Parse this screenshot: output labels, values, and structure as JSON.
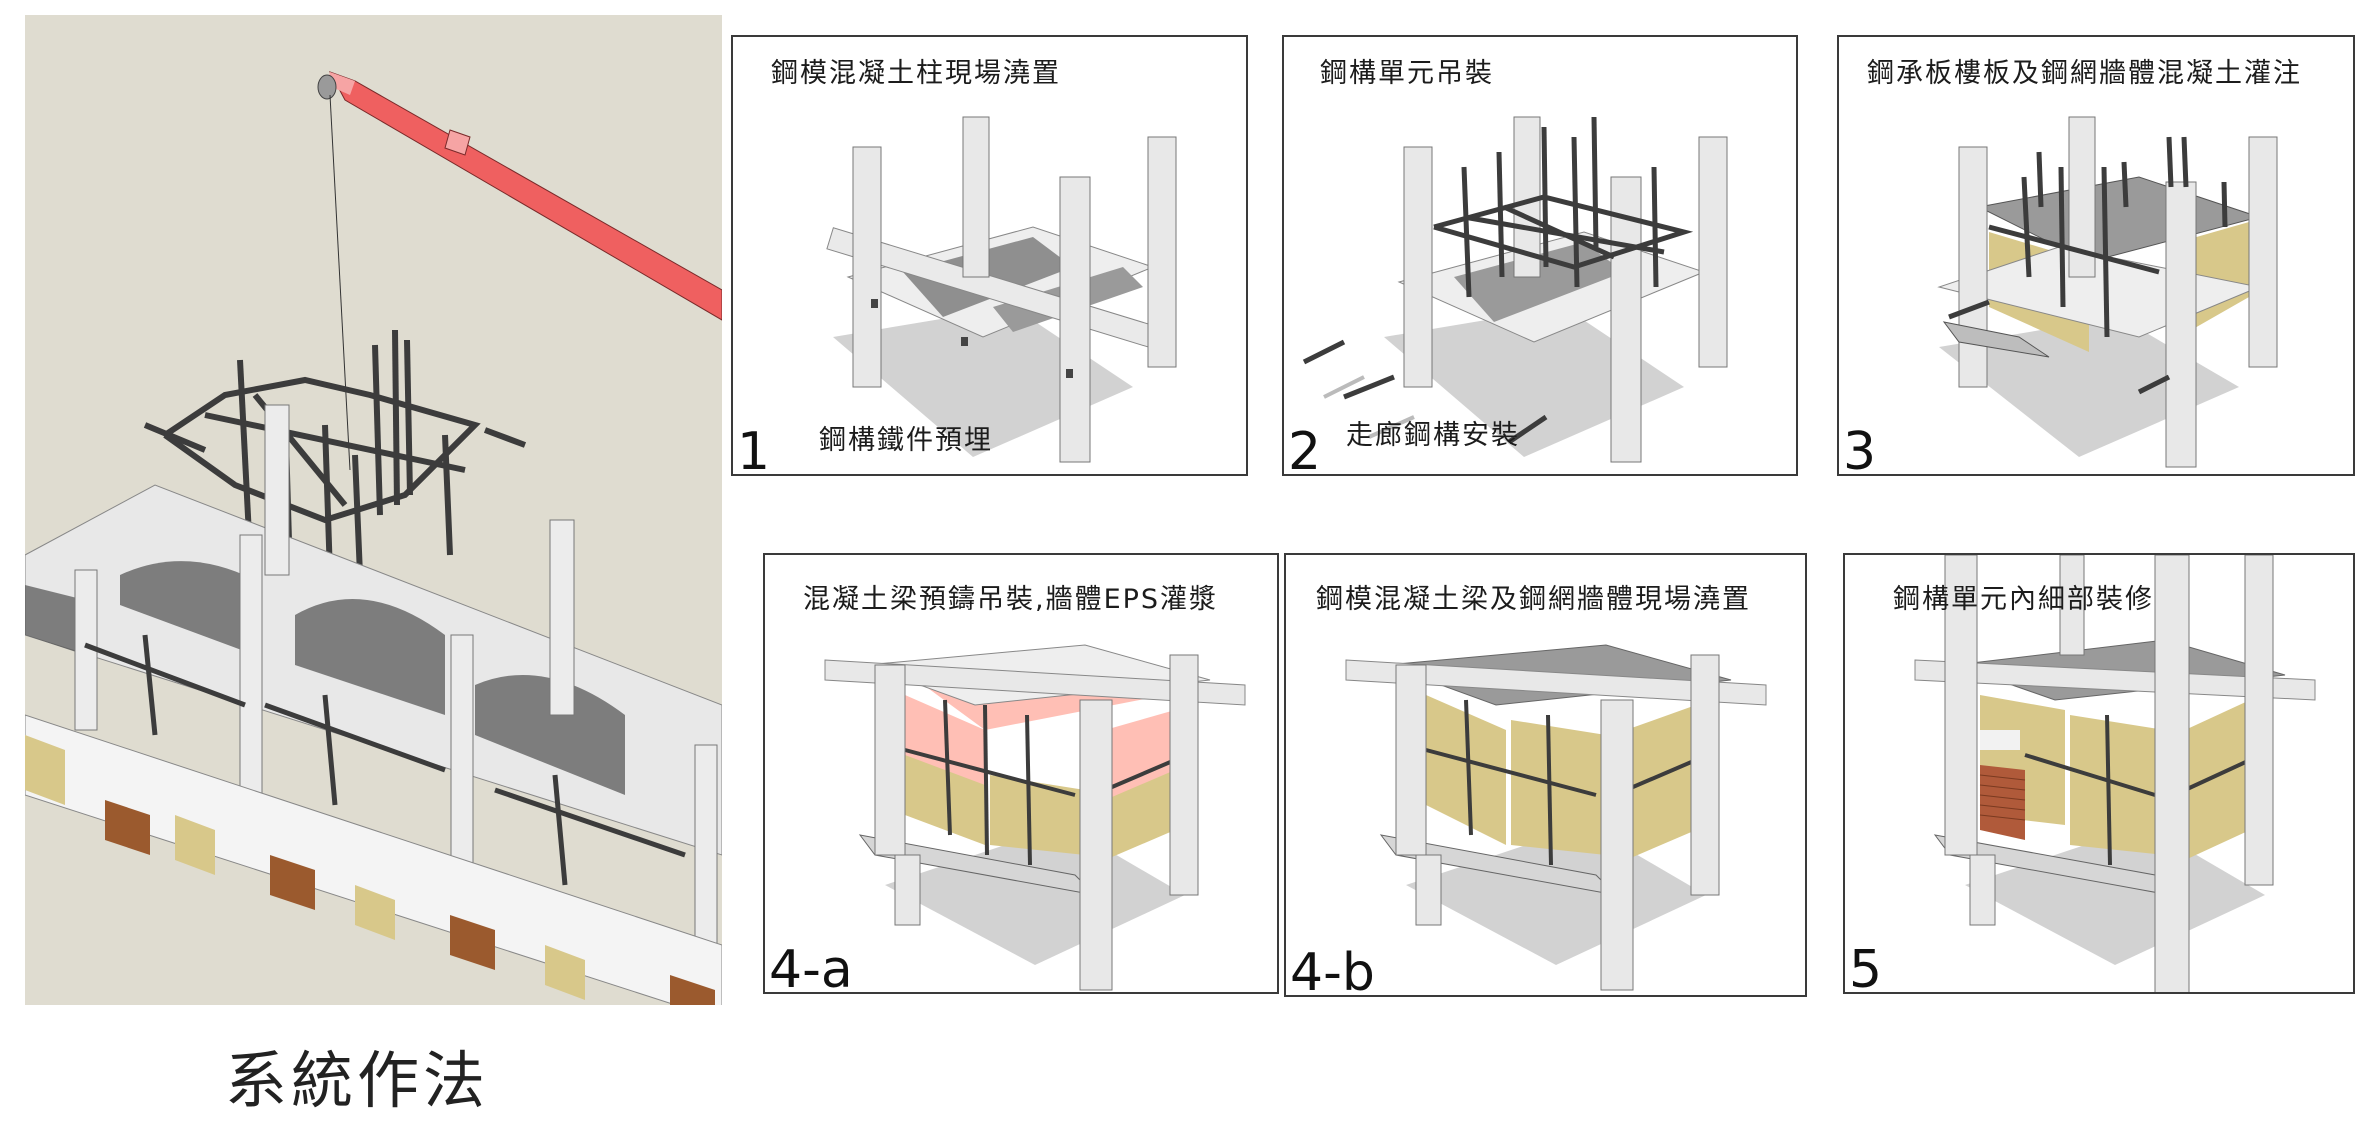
{
  "caption": "系統作法",
  "colors": {
    "sky": "#dfdcd0",
    "crane": "#ef6060",
    "crane_light": "#f6a4a4",
    "concrete": "#e6e6e6",
    "concrete_shade": "#c8c8c8",
    "steel": "#3c3c3c",
    "eps_wall": "#ffbfb5",
    "mesh_wall": "#d8c88a",
    "wood": "#9b5a2e",
    "deck": "#8f8f8f",
    "border": "#3a3a3a"
  },
  "panels": [
    {
      "id": "1",
      "number": "1",
      "title": "鋼模混凝土柱現場澆置",
      "sublabel": "鋼構鐵件預埋"
    },
    {
      "id": "2",
      "number": "2",
      "title": "鋼構單元吊裝",
      "sublabel": "走廊鋼構安裝"
    },
    {
      "id": "3",
      "number": "3",
      "title": "鋼承板樓板及鋼網牆體混凝土灌注",
      "sublabel": ""
    },
    {
      "id": "4a",
      "number": "4-a",
      "title": "混凝土梁預鑄吊裝,牆體EPS灌漿",
      "sublabel": ""
    },
    {
      "id": "4b",
      "number": "4-b",
      "title": "鋼模混凝土梁及鋼網牆體現場澆置",
      "sublabel": ""
    },
    {
      "id": "5",
      "number": "5",
      "title": "鋼構單元內細部裝修",
      "sublabel": ""
    }
  ]
}
